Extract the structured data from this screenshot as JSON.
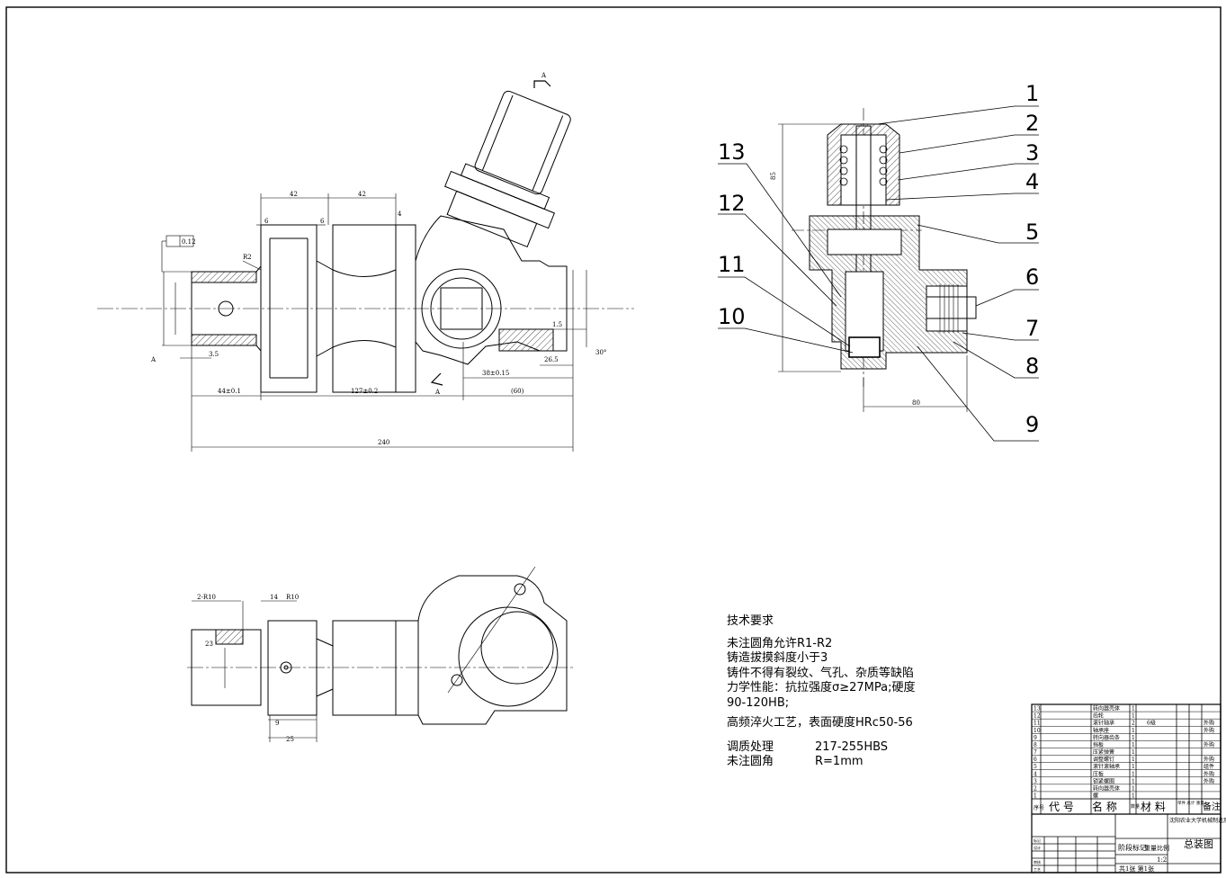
{
  "technical_requirements": {
    "title": "技术要求",
    "line1": "未注圆角允许R1-R2",
    "line2": "铸造拔摸斜度小于3",
    "line3": "铸件不得有裂纹、气孔、杂质等缺陷",
    "line4": "力学性能：抗拉强度σ≥27MPa;硬度",
    "line5": "90-120HB;",
    "line6": "高频淬火工艺，表面硬度HRc50-56",
    "treatment_label": "调质处理",
    "treatment_value": "217-255HBS",
    "fillet_label": "未注圆角",
    "fillet_value": "R=1mm"
  },
  "front_view_dims": {
    "d42a": "42",
    "d42b": "42",
    "d6a": "6",
    "d6b": "6",
    "d4": "4",
    "r2": "R2",
    "d35": "3.5",
    "d44": "44±0.1",
    "d127": "127±0.2",
    "d38": "38±0.15",
    "d60": "(60)",
    "d240": "240",
    "d265": "26.5",
    "d15": "1.5",
    "d30deg": "30°",
    "tol_frame": "0.12",
    "datum": "A",
    "section_a": "A",
    "section_top": "A"
  },
  "section_view_dims": {
    "d85": "85",
    "d80": "80"
  },
  "bottom_view_dims": {
    "d2r10": "2-R10",
    "d14": "14",
    "r10": "R10",
    "d23": "23",
    "d9": "9",
    "d25": "25"
  },
  "callouts": [
    "1",
    "2",
    "3",
    "4",
    "5",
    "6",
    "7",
    "8",
    "9",
    "10",
    "11",
    "12",
    "13"
  ],
  "bom": {
    "rows": [
      {
        "no": "13",
        "name": "转向器壳体",
        "qty": "1",
        "mat": "",
        "note": ""
      },
      {
        "no": "12",
        "name": "齿轮",
        "qty": "1",
        "mat": "",
        "note": ""
      },
      {
        "no": "11",
        "name": "滚针轴承",
        "qty": "2",
        "mat": "6级",
        "note": "外购"
      },
      {
        "no": "10",
        "name": "轴承座",
        "qty": "1",
        "mat": "",
        "note": "外购"
      },
      {
        "no": "9",
        "name": "转向器齿条",
        "qty": "1",
        "mat": "",
        "note": ""
      },
      {
        "no": "8",
        "name": "挡板",
        "qty": "1",
        "mat": "",
        "note": "外购"
      },
      {
        "no": "7",
        "name": "压紧弹簧",
        "qty": "1",
        "mat": "",
        "note": ""
      },
      {
        "no": "6",
        "name": "调整螺钉",
        "qty": "1",
        "mat": "",
        "note": "外购"
      },
      {
        "no": "5",
        "name": "滚针滚轴承",
        "qty": "1",
        "mat": "",
        "note": "组件"
      },
      {
        "no": "4",
        "name": "压板",
        "qty": "1",
        "mat": "",
        "note": "外购"
      },
      {
        "no": "3",
        "name": "锁紧螺圈",
        "qty": "1",
        "mat": "",
        "note": "外购"
      },
      {
        "no": "2",
        "name": "转向器壳体",
        "qty": "1",
        "mat": "",
        "note": ""
      },
      {
        "no": "1",
        "name": "螺",
        "qty": "1",
        "mat": "",
        "note": ""
      }
    ],
    "hdr_no": "序号",
    "hdr_code": "代 号",
    "hdr_name": "名 称",
    "hdr_qty": "数量",
    "hdr_mat": "材 料",
    "hdr_weight": "单件 总计 重量",
    "hdr_note": "备注",
    "company": "沈阳农业大学机械制造及其自动化2班",
    "drawing_title": "总装图",
    "stage_label": "阶段标记",
    "weight_label": "重量",
    "scale_label": "比例",
    "scale_value": "1:2",
    "sheets": "共1张 第1张",
    "roles": [
      "标记",
      "设计",
      "审核",
      "工艺"
    ]
  }
}
